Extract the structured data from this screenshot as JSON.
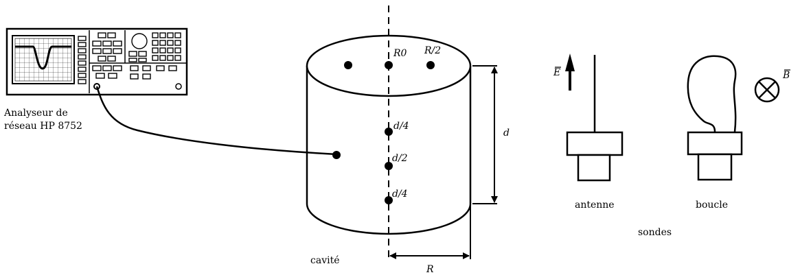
{
  "analyzer": {
    "caption_line1": "Analyseur de",
    "caption_line2": "réseau HP 8752"
  },
  "cavity": {
    "caption": "cavité",
    "top_labels": {
      "center": "R0",
      "half_radius": "R/2"
    },
    "axis_labels": {
      "upper": "d/4",
      "middle": "d/2",
      "lower": "d/4"
    },
    "height_label": "d",
    "radius_label": "R"
  },
  "probes": {
    "antenna": {
      "label": "antenne",
      "field": "E"
    },
    "loop": {
      "label": "boucle",
      "field": "B"
    },
    "group_label": "sondes"
  }
}
